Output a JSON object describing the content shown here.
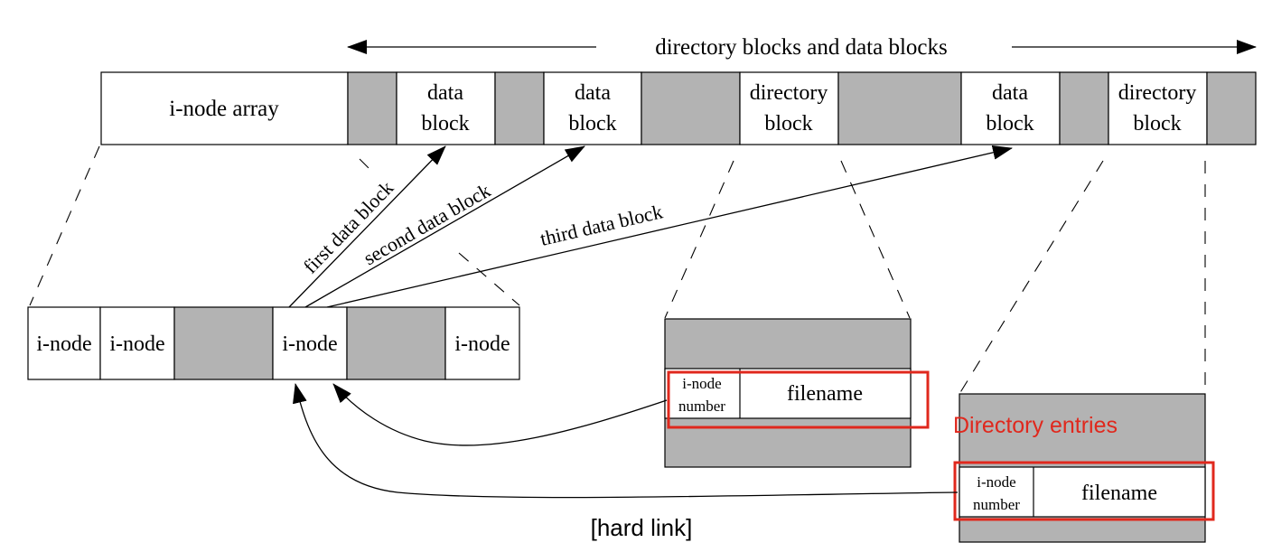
{
  "header": {
    "span_label": "directory blocks and data blocks"
  },
  "disk": {
    "inode_array": "i-node array",
    "blocks": [
      {
        "kind": "gray"
      },
      {
        "kind": "data",
        "line1": "data",
        "line2": "block"
      },
      {
        "kind": "gray"
      },
      {
        "kind": "data",
        "line1": "data",
        "line2": "block"
      },
      {
        "kind": "gray"
      },
      {
        "kind": "directory",
        "line1": "directory",
        "line2": "block"
      },
      {
        "kind": "gray"
      },
      {
        "kind": "data",
        "line1": "data",
        "line2": "block"
      },
      {
        "kind": "gray"
      },
      {
        "kind": "directory",
        "line1": "directory",
        "line2": "block"
      },
      {
        "kind": "gray"
      }
    ]
  },
  "arrows": {
    "first": "first data block",
    "second": "second data block",
    "third": "third data block"
  },
  "inode_row": {
    "cells": [
      {
        "kind": "inode",
        "label": "i-node"
      },
      {
        "kind": "inode",
        "label": "i-node"
      },
      {
        "kind": "gray",
        "label": ""
      },
      {
        "kind": "inode",
        "label": "i-node"
      },
      {
        "kind": "gray",
        "label": ""
      },
      {
        "kind": "inode",
        "label": "i-node"
      }
    ]
  },
  "dir_entry_1": {
    "num_line1": "i-node",
    "num_line2": "number",
    "filename": "filename"
  },
  "dir_entry_2": {
    "num_line1": "i-node",
    "num_line2": "number",
    "filename": "filename"
  },
  "annotations": {
    "directory_entries": "Directory entries",
    "hard_link": "[hard link]",
    "highlight_color": "#e0281d"
  },
  "colors": {
    "gray": "#b3b3b3",
    "white": "#ffffff",
    "line": "#000000"
  }
}
